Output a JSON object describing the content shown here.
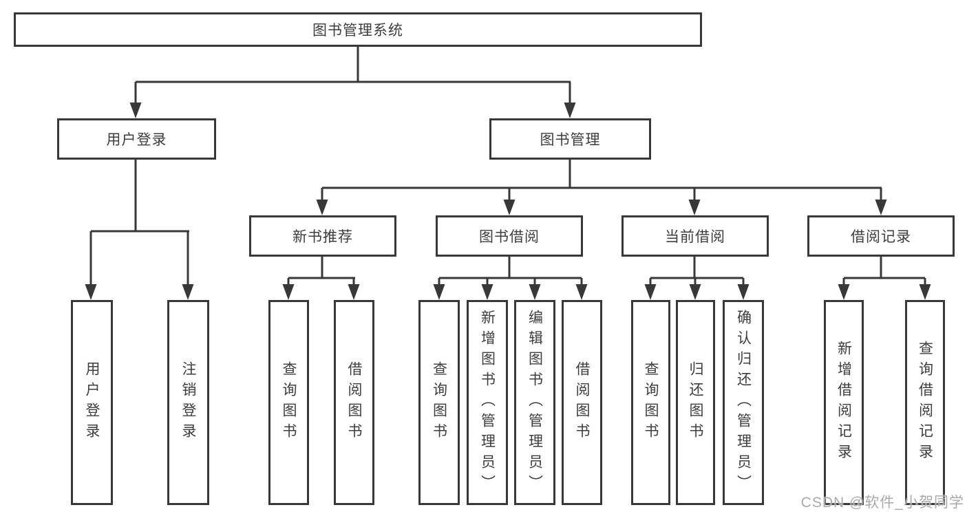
{
  "diagram": {
    "root": {
      "label": "图书管理系统"
    },
    "level1": [
      {
        "label": "用户登录"
      },
      {
        "label": "图书管理"
      }
    ],
    "level2": [
      {
        "label": "新书推荐"
      },
      {
        "label": "图书借阅"
      },
      {
        "label": "当前借阅"
      },
      {
        "label": "借阅记录"
      }
    ],
    "leaves": {
      "user_login": [
        {
          "label": "用户登录"
        },
        {
          "label": "注销登录"
        }
      ],
      "new_book": [
        {
          "label": "查询图书"
        },
        {
          "label": "借阅图书"
        }
      ],
      "borrow": [
        {
          "label": "查询图书"
        },
        {
          "label": "新增图书（管理员）"
        },
        {
          "label": "编辑图书（管理员）"
        },
        {
          "label": "借阅图书"
        }
      ],
      "current": [
        {
          "label": "查询图书"
        },
        {
          "label": "归还图书"
        },
        {
          "label": "确认归还（管理员）"
        }
      ],
      "records": [
        {
          "label": "新增借阅记录"
        },
        {
          "label": "查询借阅记录"
        }
      ]
    },
    "watermark": "CSDN @软件_小贺同学",
    "colors": {
      "line": "#383838",
      "text": "#3d3d3d",
      "watermark": "#a9a9a9",
      "background": "#ffffff"
    }
  }
}
